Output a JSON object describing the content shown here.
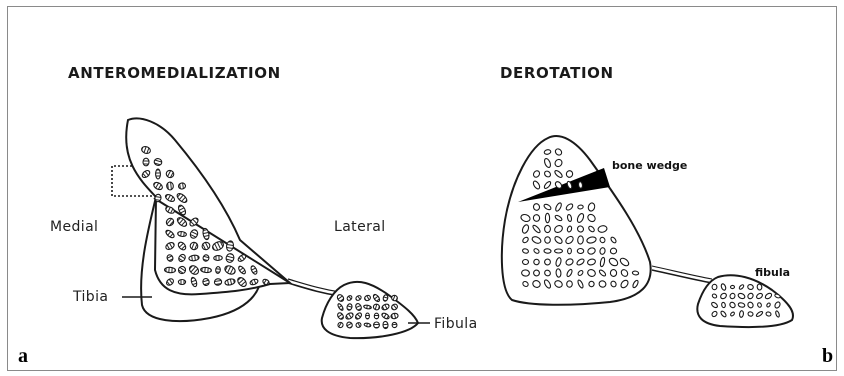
{
  "panel_a": {
    "title": "ANTEROMEDIALIZATION",
    "medial_label": "Medial",
    "lateral_label": "Lateral",
    "tibia_label": "Tibia",
    "fibula_label": "Fibula",
    "panel_letter": "a"
  },
  "panel_b": {
    "title": "DEROTATION",
    "wedge_label": "bone wedge",
    "fibula_label": "fibula",
    "panel_letter": "b"
  },
  "colors": {
    "ink": "#1a1a1a",
    "frame": "#8a8a8a",
    "wedge_fill": "#000000"
  }
}
